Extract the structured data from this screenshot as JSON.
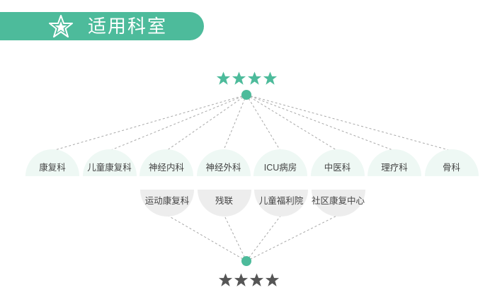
{
  "header": {
    "title": "适用科室"
  },
  "top_rating": {
    "stars": 4,
    "color": "#4dbb9b"
  },
  "bottom_rating": {
    "stars": 4,
    "color": "#555555"
  },
  "top_departments": [
    "康复科",
    "儿童康复科",
    "神经内科",
    "神经外科",
    "ICU病房",
    "中医科",
    "理疗科",
    "骨科"
  ],
  "bottom_departments": [
    "运动康复科",
    "残联",
    "儿童福利院",
    "社区康复中心"
  ],
  "colors": {
    "accent": "#4dbb9b",
    "top_dept_bg": "#eef8f4",
    "bottom_dept_bg": "#ededed",
    "line": "#a8a8a8"
  }
}
